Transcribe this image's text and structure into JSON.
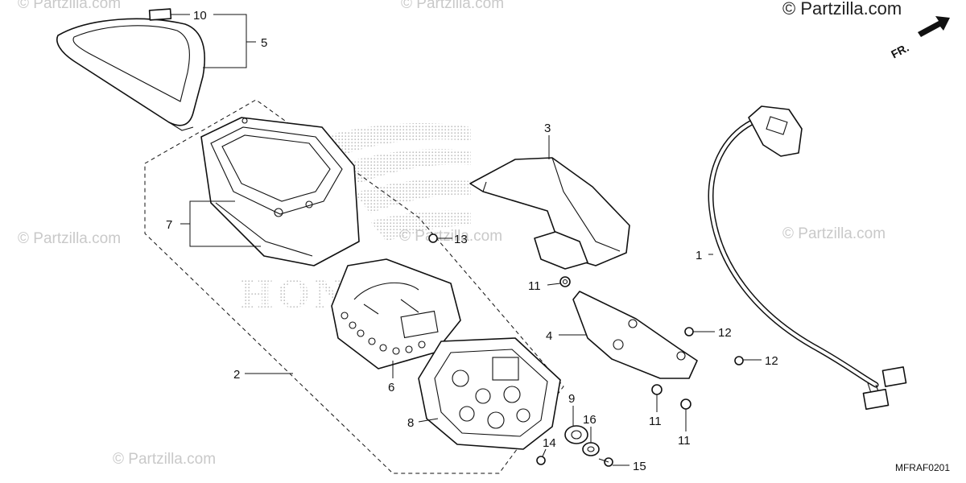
{
  "watermarks": [
    "© Partzilla.com",
    "© Partzilla.com",
    "© Partzilla.com",
    "© Partzilla.com",
    "© Partzilla.com",
    "© Partzilla.com"
  ],
  "top_watermark": "© Partzilla.com",
  "direction_label": "FR.",
  "diagram_code": "MFRAF0201",
  "brand_text": "HONDA",
  "callouts": {
    "c1": "1",
    "c2": "2",
    "c3": "3",
    "c4": "4",
    "c5": "5",
    "c6": "6",
    "c7": "7",
    "c8": "8",
    "c9": "9",
    "c10": "10",
    "c11a": "11",
    "c11b": "11",
    "c11c": "11",
    "c12a": "12",
    "c12b": "12",
    "c13": "13",
    "c14": "14",
    "c15": "15",
    "c16": "16"
  },
  "colors": {
    "ink": "#111111",
    "watermark": "#c9c9c9",
    "logo_dots": "#b5b5b5"
  }
}
